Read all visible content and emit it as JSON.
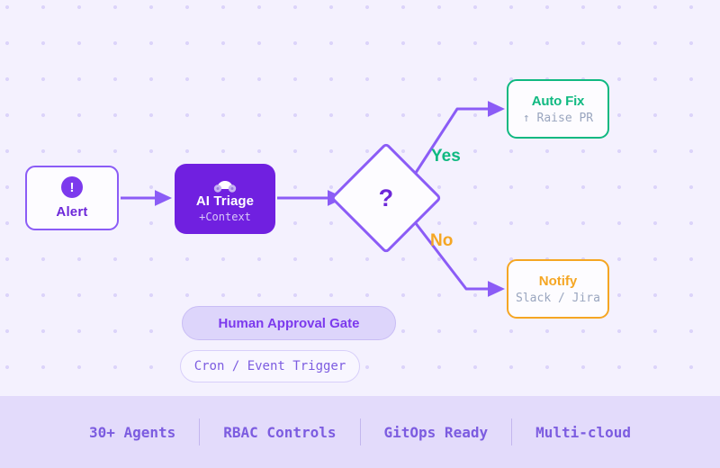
{
  "diagram": {
    "background_color": "#f4f1fe",
    "accent_color": "#7c3aed",
    "nodes": {
      "alert": {
        "label": "Alert",
        "icon": "exclamation-icon",
        "icon_glyph": "!",
        "border_color": "#8b5cf6",
        "text_color": "#6d28d9"
      },
      "triage": {
        "title": "AI Triage",
        "subtitle": "+Context",
        "icon": "robot-icon",
        "fill_color": "#7020e0",
        "title_color": "#ffffff"
      },
      "decision": {
        "label": "?",
        "border_color": "#8b5cf6",
        "text_color": "#6d28d9"
      },
      "autofix": {
        "title": "Auto Fix",
        "subtitle": "↑  Raise PR",
        "border_color": "#10b981",
        "title_color": "#10b981",
        "subtitle_color": "#9aa6bf"
      },
      "notify": {
        "title": "Notify",
        "subtitle": "Slack / Jira",
        "border_color": "#f5a623",
        "title_color": "#f5a623",
        "subtitle_color": "#9aa6bf"
      }
    },
    "branches": {
      "yes": {
        "label": "Yes",
        "color": "#10b981"
      },
      "no": {
        "label": "No",
        "color": "#f5a623"
      }
    },
    "pills": [
      {
        "label": "Human Approval Gate",
        "style": "filled",
        "color": "#7c3aed"
      },
      {
        "label": "Cron / Event Trigger",
        "style": "outline",
        "color": "#7c5ce0"
      }
    ]
  },
  "footer": {
    "items": [
      {
        "label": "30+ Agents"
      },
      {
        "label": "RBAC Controls"
      },
      {
        "label": "GitOps Ready"
      },
      {
        "label": "Multi-cloud"
      }
    ]
  }
}
